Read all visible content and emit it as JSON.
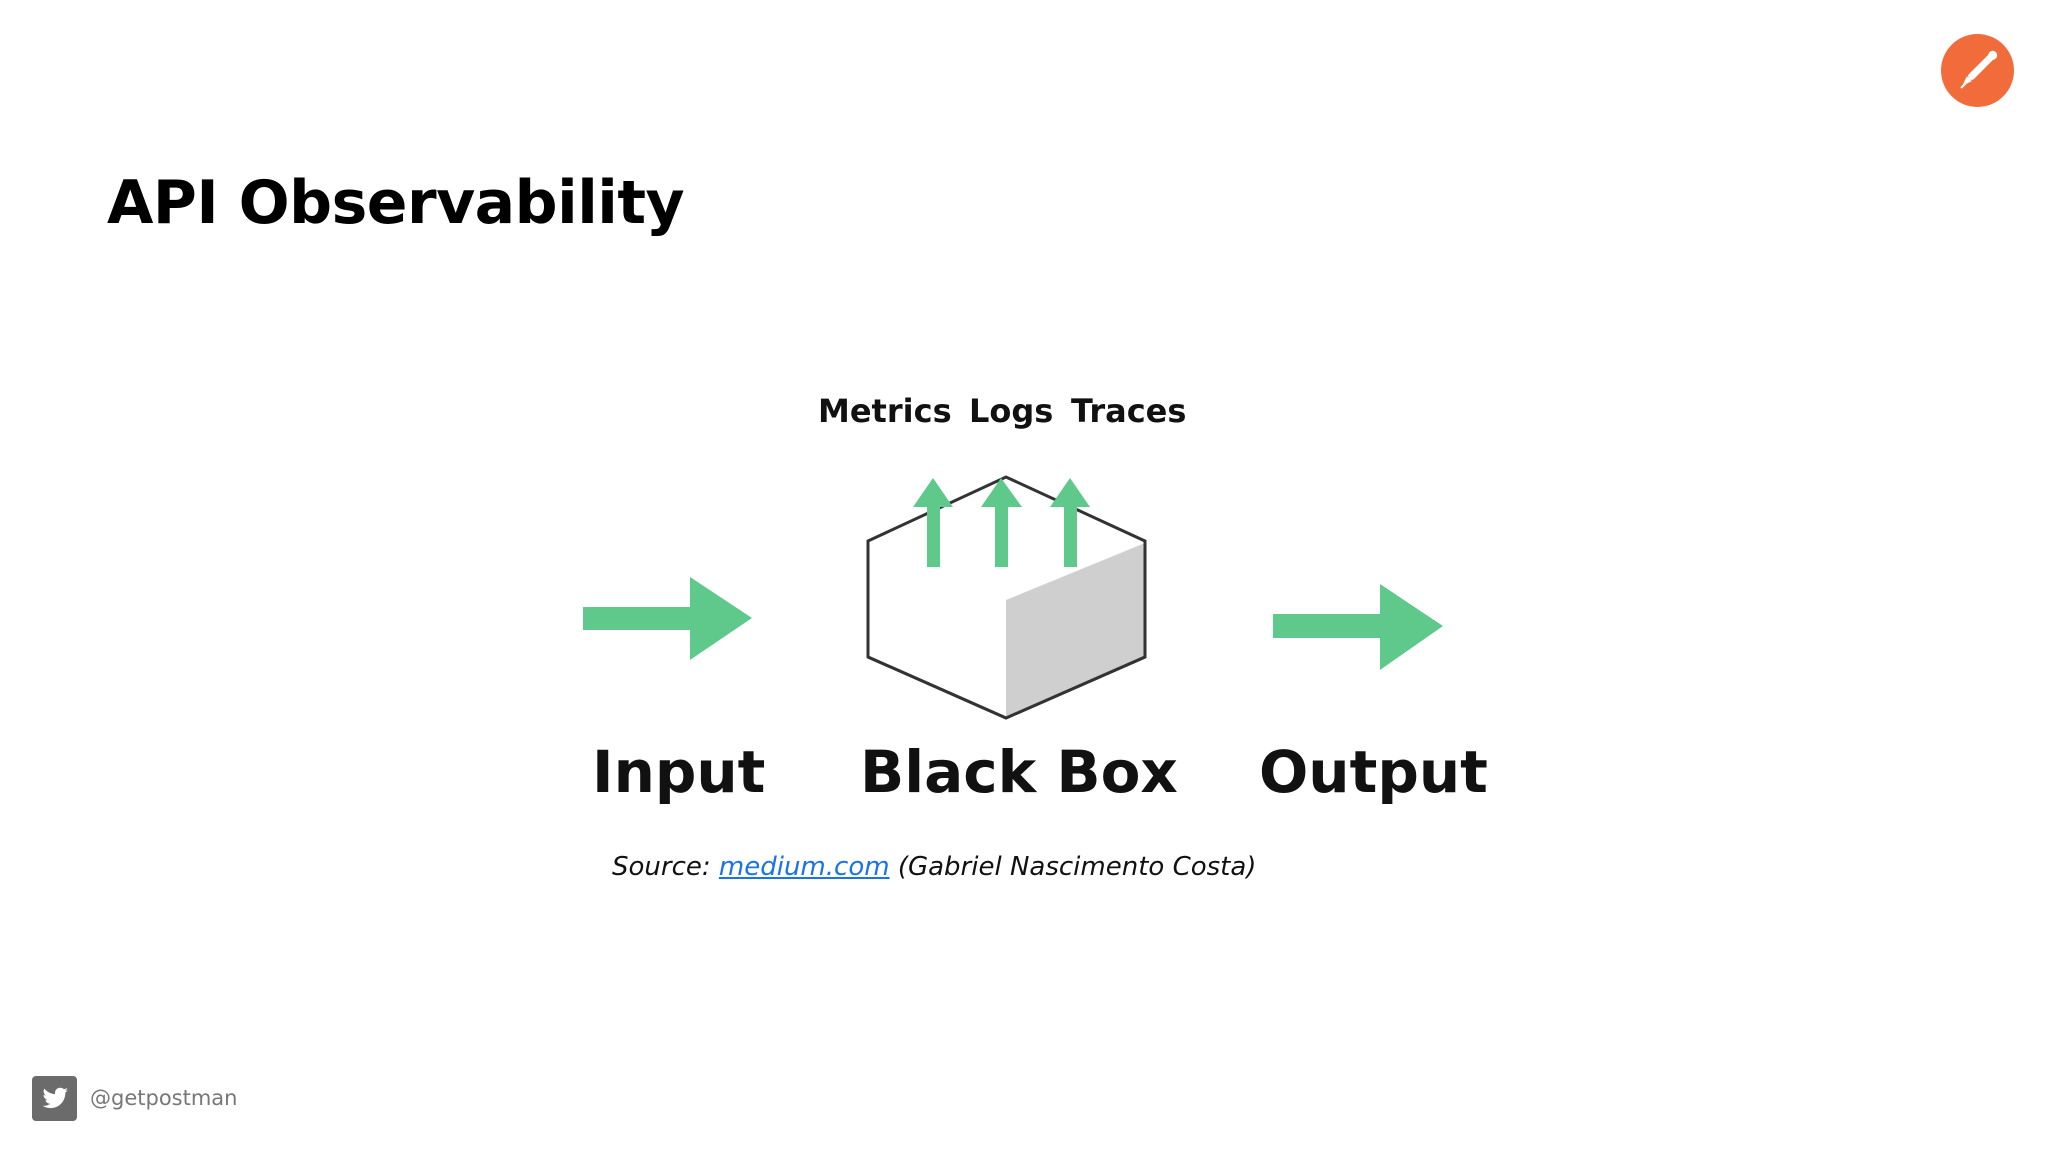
{
  "slide": {
    "title": "API Observability",
    "brand_color": "#F26B3A",
    "logo_icon": "postman-logo-icon"
  },
  "diagram": {
    "signals": [
      "Metrics",
      "Logs",
      "Traces"
    ],
    "input_label": "Input",
    "box_label": "Black Box",
    "output_label": "Output",
    "arrow_color": "#5EC98B",
    "box_shade_color": "#CFCFCF"
  },
  "source": {
    "prefix": "Source: ",
    "link_text": "medium.com",
    "suffix": " (Gabriel Nascimento Costa)"
  },
  "footer": {
    "social_icon": "twitter-icon",
    "handle": "@getpostman"
  }
}
